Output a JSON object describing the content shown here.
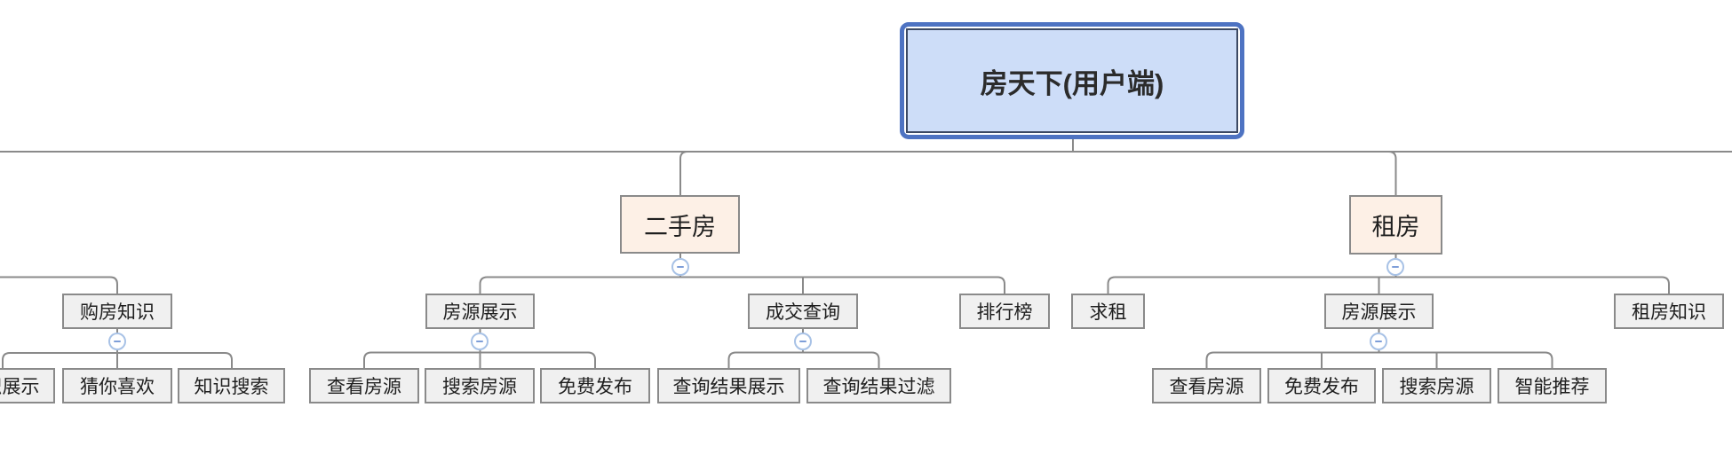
{
  "mindmap": {
    "root": {
      "label": "房天下(用户端)"
    },
    "branches": [
      {
        "note": "parent node clipped off-screen left",
        "children": [
          {
            "label": "购房知识",
            "children": [
              {
                "label": "知识展示",
                "note": "partially clipped at left edge, only 展示 visible"
              },
              {
                "label": "猜你喜欢"
              },
              {
                "label": "知识搜索"
              }
            ]
          }
        ]
      },
      {
        "label": "二手房",
        "children": [
          {
            "label": "房源展示",
            "children": [
              {
                "label": "查看房源"
              },
              {
                "label": "搜索房源"
              },
              {
                "label": "免费发布"
              }
            ]
          },
          {
            "label": "成交查询",
            "children": [
              {
                "label": "查询结果展示"
              },
              {
                "label": "查询结果过滤"
              }
            ]
          },
          {
            "label": "排行榜"
          }
        ]
      },
      {
        "label": "租房",
        "children": [
          {
            "label": "求租"
          },
          {
            "label": "房源展示",
            "children": [
              {
                "label": "查看房源"
              },
              {
                "label": "免费发布"
              },
              {
                "label": "搜索房源"
              },
              {
                "label": "智能推荐"
              }
            ]
          },
          {
            "label": "租房知识"
          }
        ]
      }
    ]
  },
  "icons": {
    "collapse": "minus-circle-icon"
  },
  "colors": {
    "root_fill": "#cdddf8",
    "root_border": "#4e73c2",
    "root_inner_border": "#3c4963",
    "branch_fill": "#fdf0e6",
    "leaf_fill": "#f0f0f0",
    "node_border": "#8a8a8a",
    "connector": "#8a8a8a",
    "collapse_border": "#a8c2e6",
    "collapse_glyph": "#7e9ed8",
    "text": "#1f1f1f",
    "background": "#ffffff"
  }
}
